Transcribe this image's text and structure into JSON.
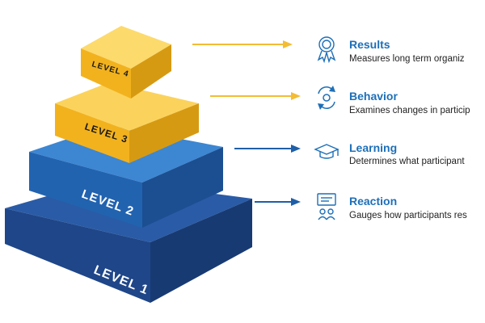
{
  "levels": [
    {
      "label": "LEVEL 1",
      "name": "Reaction",
      "description": "Gauges how participants res"
    },
    {
      "label": "LEVEL 2",
      "name": "Learning",
      "description": "Determines what participant"
    },
    {
      "label": "LEVEL 3",
      "name": "Behavior",
      "description": "Examines changes in particip"
    },
    {
      "label": "LEVEL 4",
      "name": "Results",
      "description": "Measures long term organiz"
    }
  ],
  "icons": {
    "results": "award-ribbon-icon",
    "behavior": "cycle-arrows-icon",
    "learning": "graduation-cap-icon",
    "reaction": "feedback-board-icon"
  },
  "colors": {
    "dark_blue": "#1b3f7e",
    "mid_blue": "#1f5ea8",
    "yellow": "#f4b92a",
    "light_yellow": "#f8cd4e",
    "title_blue": "#1d6fb8",
    "arrow_yellow": "#f3bc35",
    "arrow_blue": "#1e5fa8"
  }
}
